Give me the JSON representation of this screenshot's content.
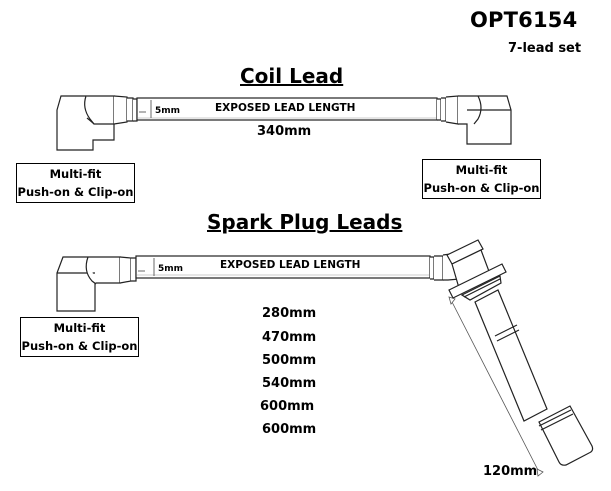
{
  "header": {
    "part_number": "OPT6154",
    "set_description": "7-lead set"
  },
  "coil_lead": {
    "title": "Coil Lead",
    "exposed_label": "EXPOSED LEAD LENGTH",
    "end_dimension": "5mm",
    "length": "340mm",
    "left_connector": {
      "line1": "Multi-fit",
      "line2": "Push-on & Clip-on"
    },
    "right_connector": {
      "line1": "Multi-fit",
      "line2": "Push-on & Clip-on"
    }
  },
  "spark_plug_leads": {
    "title": "Spark Plug Leads",
    "exposed_label": "EXPOSED LEAD LENGTH",
    "end_dimension": "5mm",
    "lengths": [
      "280mm",
      "470mm",
      "500mm",
      "540mm",
      "600mm",
      "600mm"
    ],
    "left_connector": {
      "line1": "Multi-fit",
      "line2": "Push-on & Clip-on"
    },
    "plug_boot_length": "120mm"
  }
}
